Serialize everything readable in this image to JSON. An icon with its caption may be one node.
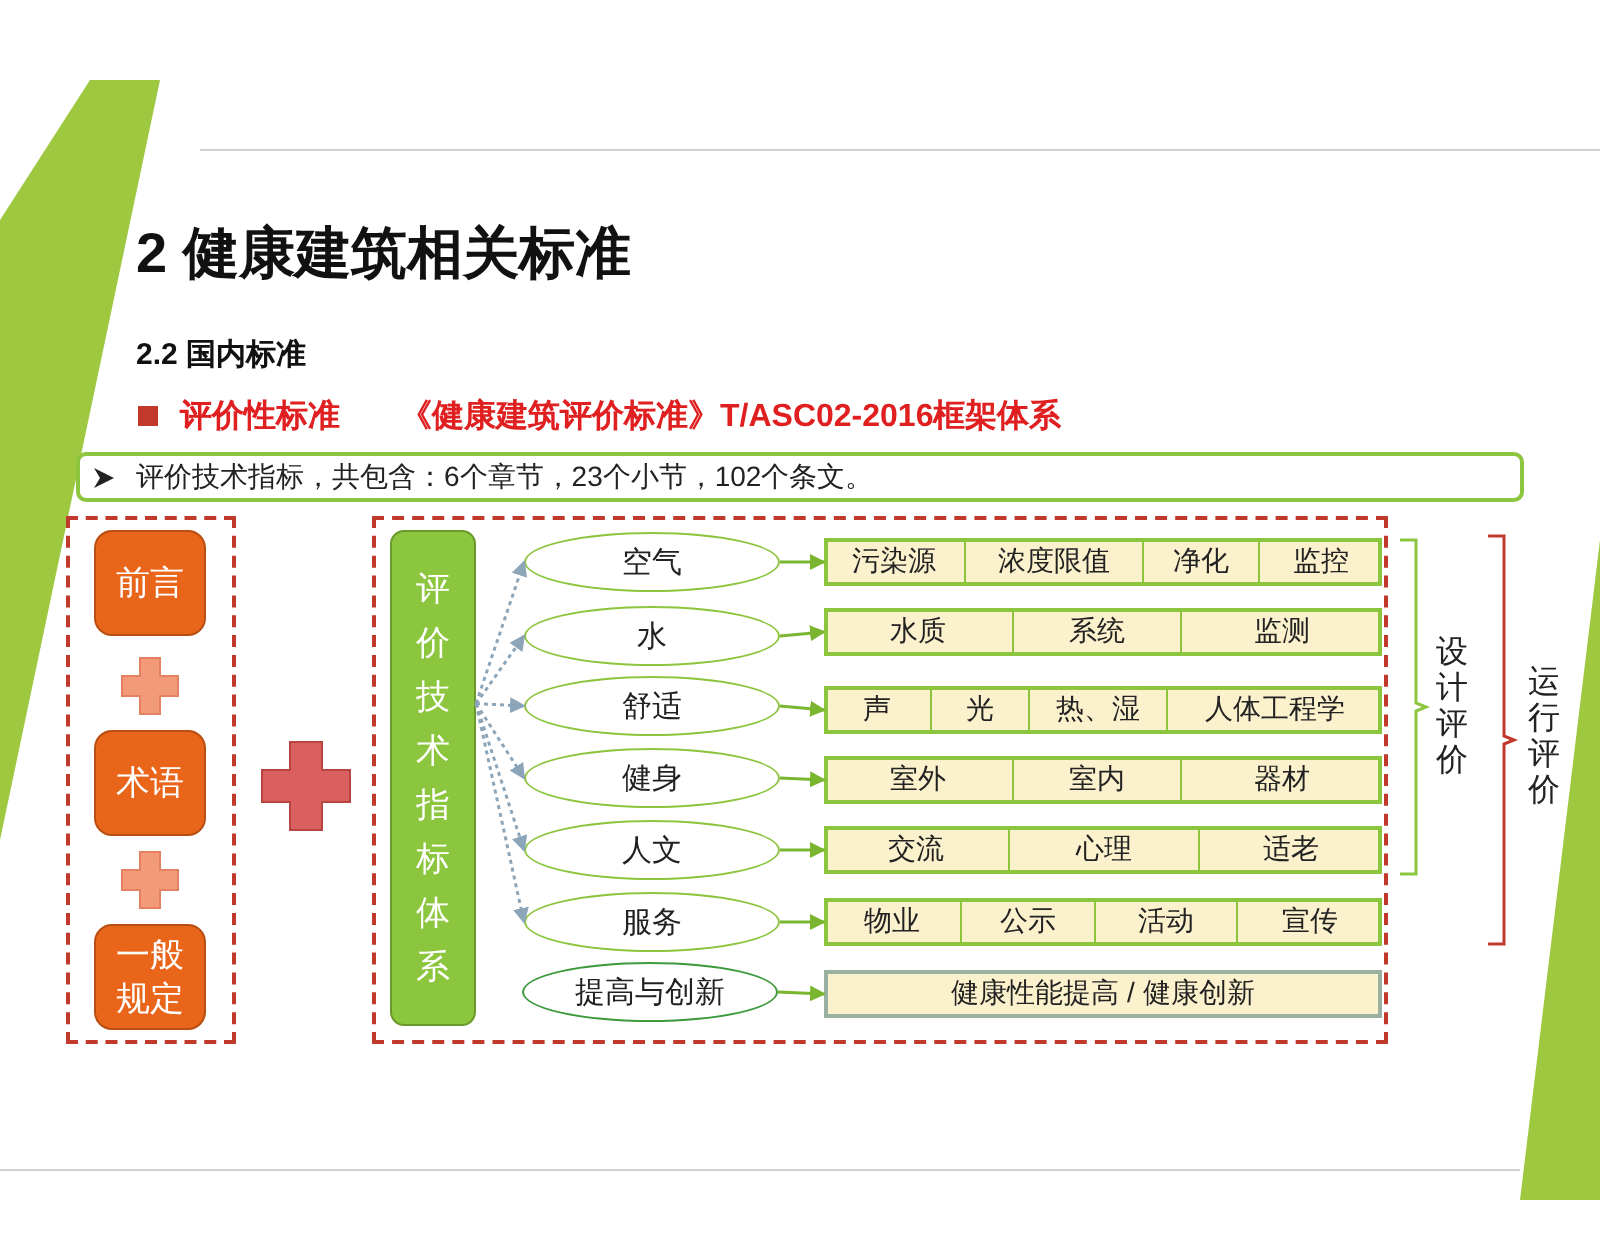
{
  "diagram": {
    "title": "2 健康建筑相关标准",
    "nodes": [
      {
        "text": [
          "评价技术指标，共包含：6个章节，23个小节，102个条文。"
        ]
      },
      {
        "text": [],
        "shape": "box"
      },
      {
        "text": [
          "前言"
        ],
        "in": 1
      },
      {
        "text": [
          "术语"
        ],
        "in": 1
      },
      {
        "text": [
          "一般规定"
        ],
        "in": 1
      },
      {
        "text": [],
        "shape": "box"
      },
      {
        "text": [
          "评价技术指标体系"
        ],
        "in": 5
      },
      {
        "text": [
          "空气"
        ],
        "in": 5
      },
      {
        "text": [
          "水"
        ],
        "in": 5
      },
      {
        "text": [
          "舒适"
        ],
        "in": 5
      },
      {
        "text": [
          "健身"
        ],
        "in": 5
      },
      {
        "text": [
          "人文"
        ],
        "in": 5
      },
      {
        "text": [
          "服务"
        ],
        "in": 5
      },
      {
        "text": [
          "提高与创新"
        ],
        "in": 5
      },
      {
        "text": [],
        "shape": "bar",
        "in": 5
      },
      {
        "text": [
          "污染源"
        ],
        "in": 14
      },
      {
        "text": [
          "浓度限值"
        ],
        "in": 14
      },
      {
        "text": [
          "净化"
        ],
        "in": 14
      },
      {
        "text": [
          "监控"
        ],
        "in": 14
      },
      {
        "text": [],
        "shape": "bar",
        "in": 5
      },
      {
        "text": [
          "水质"
        ],
        "in": 19
      },
      {
        "text": [
          "系统"
        ],
        "in": 19
      },
      {
        "text": [
          "监测"
        ],
        "in": 19
      },
      {
        "text": [],
        "shape": "bar",
        "in": 5
      },
      {
        "text": [
          "声"
        ],
        "in": 23
      },
      {
        "text": [
          "光"
        ],
        "in": 23
      },
      {
        "text": [
          "热、湿"
        ],
        "in": 23
      },
      {
        "text": [
          "人体工程学"
        ],
        "in": 23
      },
      {
        "text": [],
        "shape": "bar",
        "in": 5
      },
      {
        "text": [
          "室外"
        ],
        "in": 28
      },
      {
        "text": [
          "室内"
        ],
        "in": 28
      },
      {
        "text": [
          "器材"
        ],
        "in": 28
      },
      {
        "text": [],
        "shape": "bar",
        "in": 5
      },
      {
        "text": [
          "交流"
        ],
        "in": 32
      },
      {
        "text": [
          "心理"
        ],
        "in": 32
      },
      {
        "text": [
          "适老"
        ],
        "in": 32
      },
      {
        "text": [],
        "shape": "bar",
        "in": 5
      },
      {
        "text": [
          "物业"
        ],
        "in": 36
      },
      {
        "text": [
          "公示"
        ],
        "in": 36
      },
      {
        "text": [
          "活动"
        ],
        "in": 36
      },
      {
        "text": [
          "宣传"
        ],
        "in": 36
      },
      {
        "text": [
          "健康性能提高 / 健康创新"
        ],
        "in": 5
      }
    ],
    "edges": [
      {
        "from": 6,
        "to": 7,
        "arrow": "to",
        "style": "dashed",
        "color": "#8ca5b8"
      },
      {
        "from": 6,
        "to": 8,
        "arrow": "to",
        "style": "dashed",
        "color": "#8ca5b8"
      },
      {
        "from": 6,
        "to": 9,
        "arrow": "to",
        "style": "dashed",
        "color": "#8ca5b8"
      },
      {
        "from": 6,
        "to": 10,
        "arrow": "to",
        "style": "dashed",
        "color": "#8ca5b8"
      },
      {
        "from": 6,
        "to": 11,
        "arrow": "to",
        "style": "dashed",
        "color": "#8ca5b8"
      },
      {
        "from": 6,
        "to": 12,
        "arrow": "to",
        "style": "dashed",
        "color": "#8ca5b8"
      },
      {
        "from": 7,
        "to": 14,
        "arrow": "to"
      },
      {
        "from": 8,
        "to": 19,
        "arrow": "to"
      },
      {
        "from": 9,
        "to": 23,
        "arrow": "to"
      },
      {
        "from": 10,
        "to": 28,
        "arrow": "to"
      },
      {
        "from": 11,
        "to": 32,
        "arrow": "to"
      },
      {
        "from": 12,
        "to": 36,
        "arrow": "to"
      },
      {
        "from": 13,
        "to": 41,
        "arrow": "to"
      }
    ],
    "labels": [
      "2.2 国内标准",
      "评价性标准",
      "《健康建筑评价标准》T/ASC02-2016框架体系",
      "设计评价",
      "运行评价"
    ]
  }
}
